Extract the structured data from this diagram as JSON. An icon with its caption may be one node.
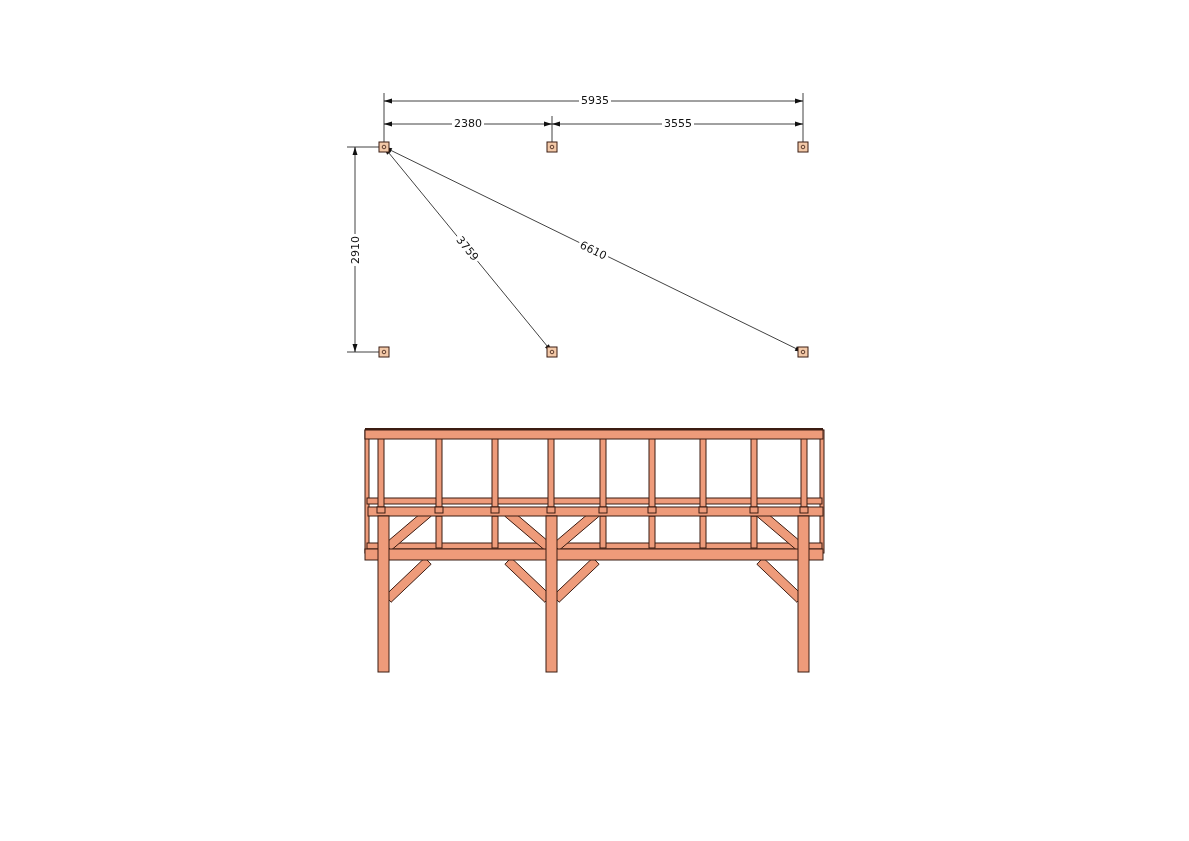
{
  "diagram": {
    "labels": [
      "5935",
      "2380",
      "3555",
      "2910",
      "3759",
      "6610"
    ]
  }
}
